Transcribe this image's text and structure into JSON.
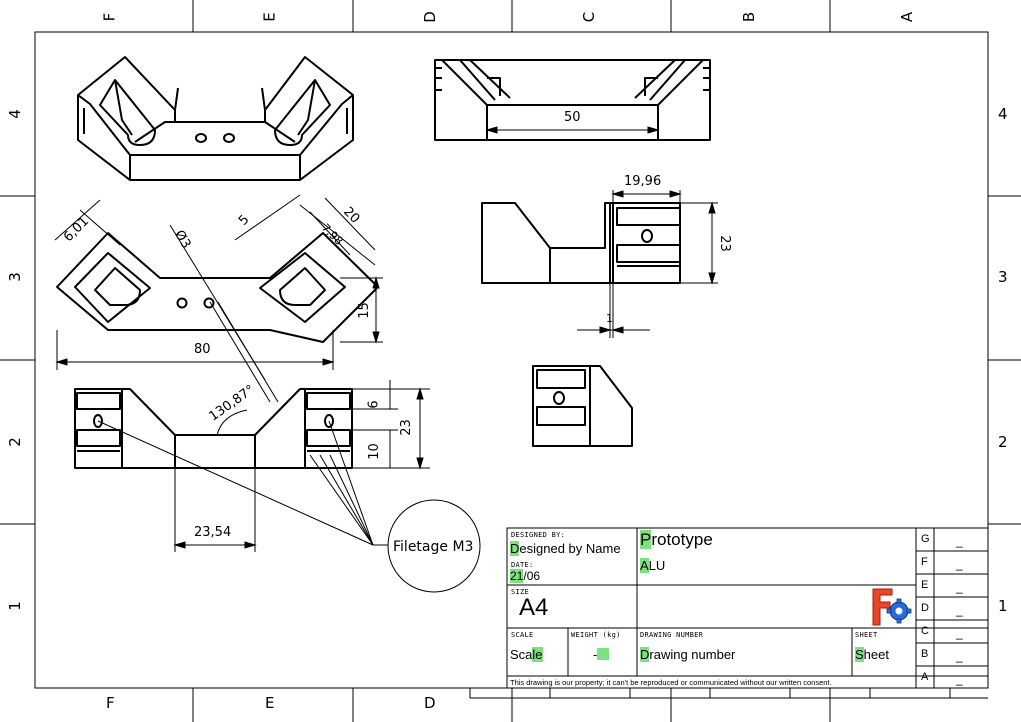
{
  "zones": {
    "top_letters": [
      "F",
      "E",
      "D",
      "C",
      "B",
      "A"
    ],
    "bottom_letters": [
      "F",
      "E",
      "D"
    ],
    "right_numbers": [
      "4",
      "3",
      "2",
      "1"
    ],
    "left_numbers": [
      "4",
      "3",
      "2",
      "1"
    ]
  },
  "dimensions": {
    "d50": "50",
    "d19_96": "19,96",
    "d23_side": "23",
    "d1": "1",
    "d6_01": "6,01",
    "dphi3": "Ø3",
    "d5": "5",
    "d20": "20",
    "d7_98": "7,98",
    "d15": "15",
    "d80": "80",
    "d130": "130,87°",
    "d6": "6",
    "d10": "10",
    "d23_front": "23",
    "d23_54": "23,54"
  },
  "callout": {
    "text": "Filetage M3"
  },
  "title_block": {
    "designed_by_label": "DESIGNED BY:",
    "designed_by_first": "D",
    "designed_by_rest": "esigned by Name",
    "date_label": "DATE:",
    "date_first": "21",
    "date_rest": "/06",
    "size_label": "SIZE",
    "size_value": "A4",
    "title_first": "P",
    "title_rest": "rototype",
    "subtitle_first": "A",
    "subtitle_rest": "LU",
    "scale_label": "SCALE",
    "scale_a": "Sca",
    "scale_b": "le",
    "weight_label": "WEIGHT (kg)",
    "weight_value": "-",
    "drawing_number_label": "DRAWING NUMBER",
    "drawing_number_first": "D",
    "drawing_number_rest": "rawing number",
    "sheet_label": "SHEET",
    "sheet_first": "S",
    "sheet_rest": "heet",
    "footer": "This drawing is our property; it can't be reproduced or communicated without our written consent.",
    "revisions": [
      {
        "letter": "G",
        "value": "_"
      },
      {
        "letter": "F",
        "value": "_"
      },
      {
        "letter": "E",
        "value": "_"
      },
      {
        "letter": "D",
        "value": "_"
      },
      {
        "letter": "C",
        "value": "_"
      },
      {
        "letter": "B",
        "value": "_"
      },
      {
        "letter": "A",
        "value": "_"
      }
    ]
  }
}
